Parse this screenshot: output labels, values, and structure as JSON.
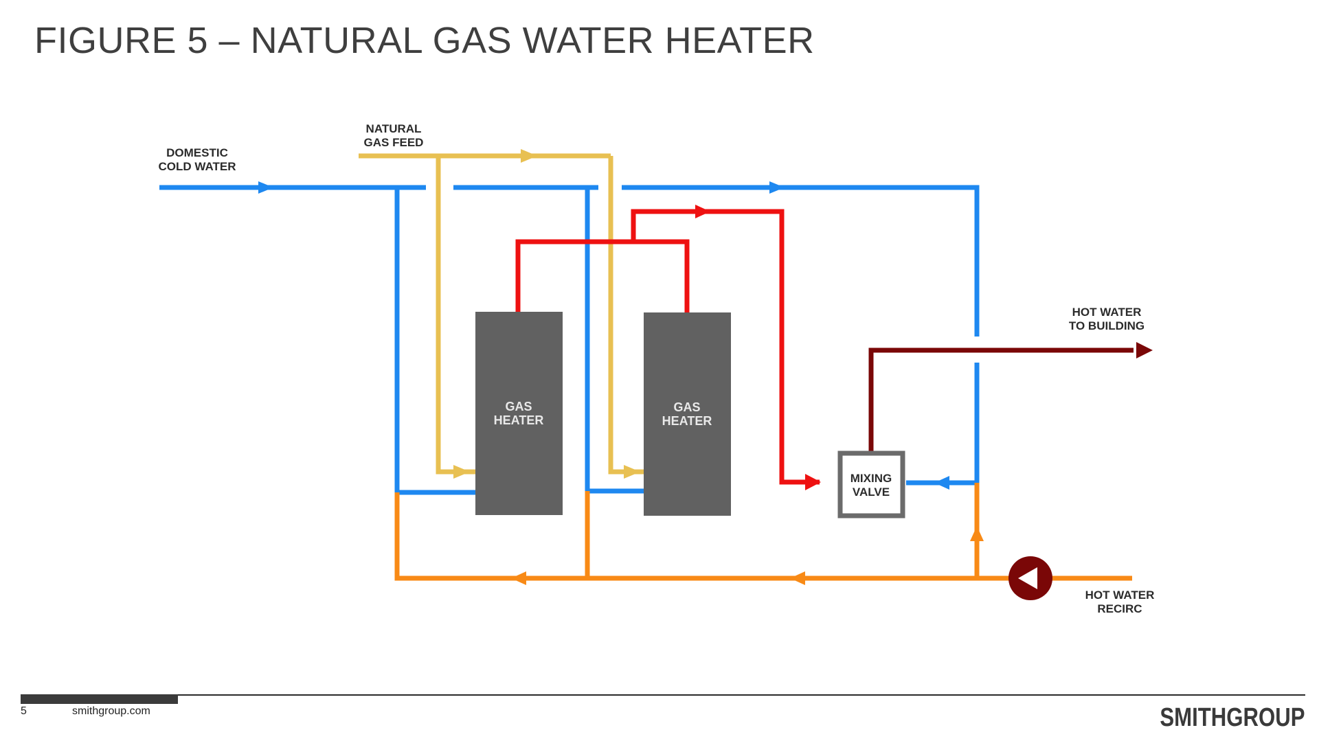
{
  "title": "FIGURE 5 – NATURAL GAS WATER HEATER",
  "labels": {
    "domestic_cold_water": [
      "DOMESTIC",
      "COLD WATER"
    ],
    "natural_gas_feed": [
      "NATURAL",
      "GAS FEED"
    ],
    "hot_water_to_building": [
      "HOT WATER",
      "TO BUILDING"
    ],
    "hot_water_recirc": [
      "HOT WATER",
      "RECIRC"
    ]
  },
  "heaters": [
    {
      "label": [
        "GAS",
        "HEATER"
      ]
    },
    {
      "label": [
        "GAS",
        "HEATER"
      ]
    }
  ],
  "mixing_valve": {
    "label": [
      "MIXING",
      "VALVE"
    ]
  },
  "colors": {
    "cold_water": "#1e88f0",
    "gas": "#e8c052",
    "hot_water": "#ee1111",
    "hot_water_to_building": "#7a0707",
    "recirc": "#f88a16",
    "heater": "#616161",
    "pump": "#7a0707"
  },
  "footer": {
    "page_number": "5",
    "website": "smithgroup.com",
    "brand": "SMITHGROUP"
  }
}
